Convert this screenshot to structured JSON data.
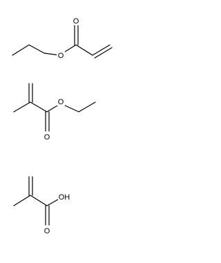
{
  "molecules": [
    {
      "id": "ethyl-acrylate",
      "atoms": [
        {
          "id": "O1",
          "label": "O"
        },
        {
          "id": "O2",
          "label": "O"
        }
      ]
    },
    {
      "id": "ethyl-methacrylate",
      "atoms": [
        {
          "id": "O1",
          "label": "O"
        },
        {
          "id": "O2",
          "label": "O"
        }
      ]
    },
    {
      "id": "methacrylic-acid",
      "atoms": [
        {
          "id": "O1",
          "label": "OH"
        },
        {
          "id": "O2",
          "label": "O"
        }
      ]
    }
  ]
}
